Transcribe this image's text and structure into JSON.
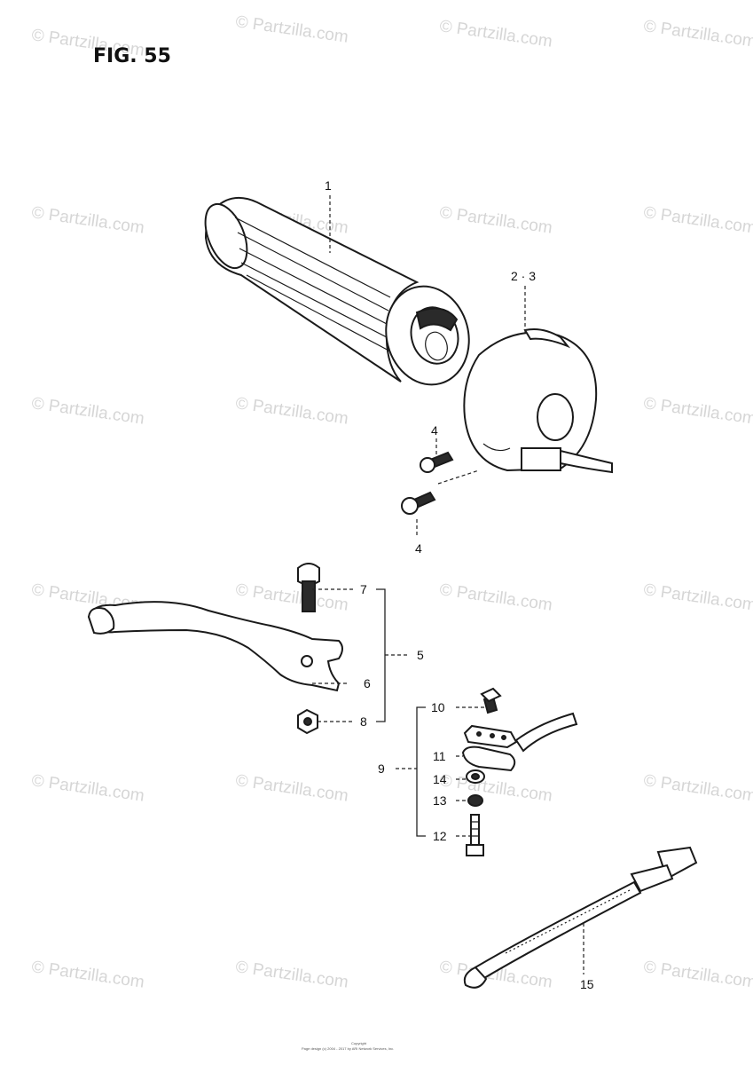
{
  "figure": {
    "title": "FIG. 55"
  },
  "watermark": {
    "text": "© Partzilla.com"
  },
  "callouts": {
    "p1": "1",
    "p23": "2 · 3",
    "p4a": "4",
    "p4b": "4",
    "p5": "5",
    "p6": "6",
    "p7": "7",
    "p8": "8",
    "p9": "9",
    "p10": "10",
    "p11": "11",
    "p12": "12",
    "p13": "13",
    "p14": "14",
    "p15": "15"
  },
  "footer": {
    "line1": "Copyright",
    "line2": "Page design (c) 2004 - 2017 by ARI Network Services, Inc."
  }
}
